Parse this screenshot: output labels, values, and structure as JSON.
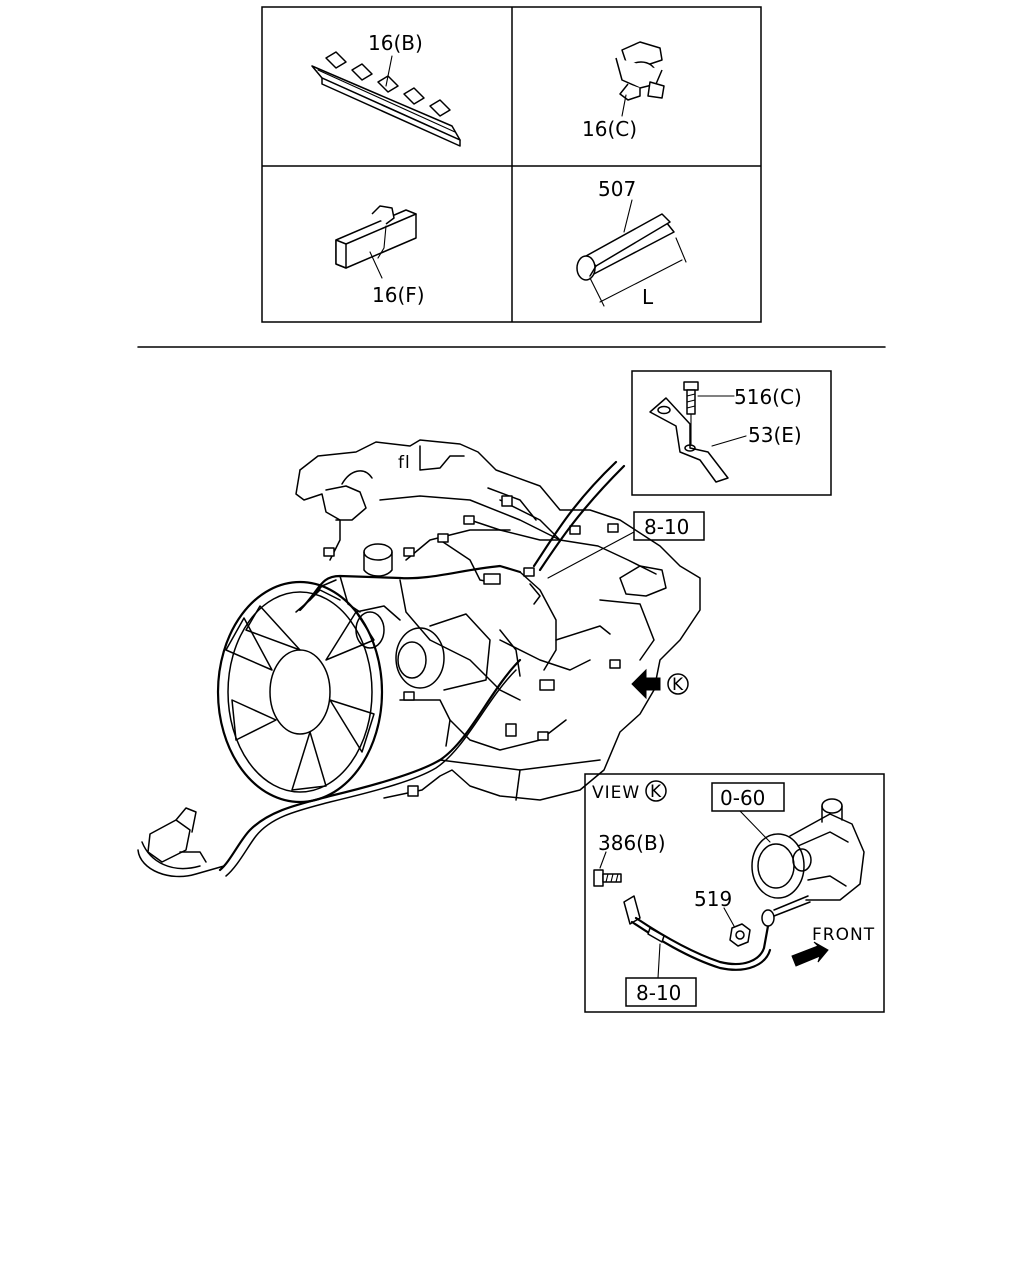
{
  "callouts": {
    "part_16b": "16(B)",
    "part_16c": "16(C)",
    "part_16f": "16(F)",
    "part_507": "507",
    "dim_l": "L",
    "part_516c": "516(C)",
    "part_53e": "53(E)",
    "ref_8_10_top": "8-10",
    "view_arrow_k": "K",
    "engine_mark": "fl",
    "view_k_title": "VIEW",
    "view_k_letter": "K",
    "ref_0_60": "0-60",
    "part_386b": "386(B)",
    "part_519": "519",
    "front_label": "FRONT",
    "ref_8_10_bottom": "8-10"
  }
}
